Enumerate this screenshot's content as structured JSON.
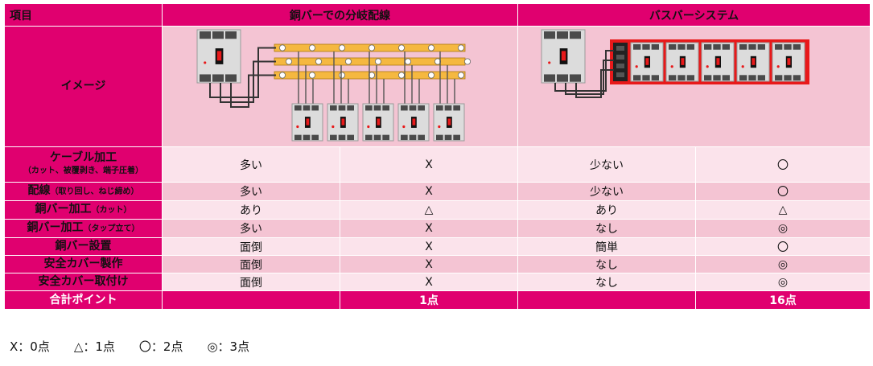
{
  "header": {
    "item": "項目",
    "copper": "銅バーでの分岐配線",
    "busbar": "バスバーシステム"
  },
  "image_row": {
    "label": "イメージ"
  },
  "rows": [
    {
      "label": "ケーブル加工",
      "sub": "（カット、被覆剥き、端子圧着）",
      "copper_value": "多い",
      "copper_mark": "X",
      "bus_value": "少ない",
      "bus_mark": "〇"
    },
    {
      "label": "配線",
      "sub": "（取り回し、ねじ締め）",
      "copper_value": "多い",
      "copper_mark": "X",
      "bus_value": "少ない",
      "bus_mark": "〇"
    },
    {
      "label": "銅バー加工",
      "sub": "（カット）",
      "copper_value": "あり",
      "copper_mark": "△",
      "bus_value": "あり",
      "bus_mark": "△"
    },
    {
      "label": "銅バー加工",
      "sub": "（タップ立て）",
      "copper_value": "多い",
      "copper_mark": "X",
      "bus_value": "なし",
      "bus_mark": "◎"
    },
    {
      "label": "銅バー設置",
      "sub": "",
      "copper_value": "面倒",
      "copper_mark": "X",
      "bus_value": "簡単",
      "bus_mark": "〇"
    },
    {
      "label": "安全カバー製作",
      "sub": "",
      "copper_value": "面倒",
      "copper_mark": "X",
      "bus_value": "なし",
      "bus_mark": "◎"
    },
    {
      "label": "安全カバー取付け",
      "sub": "",
      "copper_value": "面倒",
      "copper_mark": "X",
      "bus_value": "なし",
      "bus_mark": "◎"
    }
  ],
  "total": {
    "label": "合計ポイント",
    "copper_points": "1点",
    "bus_points": "16点"
  },
  "legend": [
    "X：0点",
    "△：1点",
    "〇：2点",
    "◎：3点"
  ],
  "colors": {
    "accent": "#e0006f",
    "row_light": "#fbe3eb",
    "row_dark": "#f4c4d3",
    "busbar": "#f5b840",
    "red": "#e8191a"
  }
}
